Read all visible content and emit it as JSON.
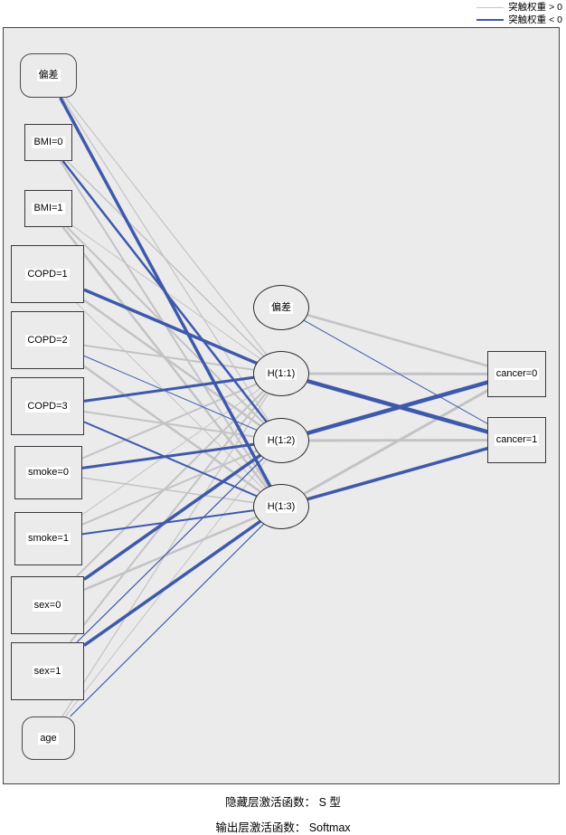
{
  "legend": {
    "positive_label": "突触权重 > 0",
    "negative_label": "突触权重 < 0"
  },
  "colors": {
    "positive": "#c3c3c6",
    "negative": "#3e59ac"
  },
  "nodes": {
    "inputs": [
      {
        "id": "bias_in",
        "label": "偏差"
      },
      {
        "id": "bmi0",
        "label": "BMI=0"
      },
      {
        "id": "bmi1",
        "label": "BMI=1"
      },
      {
        "id": "copd1",
        "label": "COPD=1"
      },
      {
        "id": "copd2",
        "label": "COPD=2"
      },
      {
        "id": "copd3",
        "label": "COPD=3"
      },
      {
        "id": "smoke0",
        "label": "smoke=0"
      },
      {
        "id": "smoke1",
        "label": "smoke=1"
      },
      {
        "id": "sex0",
        "label": "sex=0"
      },
      {
        "id": "sex1",
        "label": "sex=1"
      },
      {
        "id": "age",
        "label": "age"
      }
    ],
    "hidden": [
      {
        "id": "bias_h",
        "label": "偏差"
      },
      {
        "id": "h1",
        "label": "H(1:1)"
      },
      {
        "id": "h2",
        "label": "H(1:2)"
      },
      {
        "id": "h3",
        "label": "H(1:3)"
      }
    ],
    "outputs": [
      {
        "id": "c0",
        "label": "cancer=0"
      },
      {
        "id": "c1",
        "label": "cancer=1"
      }
    ]
  },
  "connections": [
    {
      "from": "bias_in",
      "to": "h1",
      "sign": "pos",
      "w": 1.2
    },
    {
      "from": "bias_in",
      "to": "h2",
      "sign": "pos",
      "w": 1.2
    },
    {
      "from": "bias_in",
      "to": "h3",
      "sign": "neg",
      "w": 3.5
    },
    {
      "from": "bmi0",
      "to": "h1",
      "sign": "pos",
      "w": 1.5
    },
    {
      "from": "bmi0",
      "to": "h2",
      "sign": "neg",
      "w": 2.5
    },
    {
      "from": "bmi0",
      "to": "h3",
      "sign": "pos",
      "w": 2
    },
    {
      "from": "bmi1",
      "to": "h1",
      "sign": "pos",
      "w": 1
    },
    {
      "from": "bmi1",
      "to": "h2",
      "sign": "pos",
      "w": 2
    },
    {
      "from": "bmi1",
      "to": "h3",
      "sign": "pos",
      "w": 2.5
    },
    {
      "from": "copd1",
      "to": "h1",
      "sign": "neg",
      "w": 3.5
    },
    {
      "from": "copd1",
      "to": "h2",
      "sign": "pos",
      "w": 2.5
    },
    {
      "from": "copd1",
      "to": "h3",
      "sign": "pos",
      "w": 1
    },
    {
      "from": "copd2",
      "to": "h1",
      "sign": "pos",
      "w": 2
    },
    {
      "from": "copd2",
      "to": "h2",
      "sign": "neg",
      "w": 1
    },
    {
      "from": "copd2",
      "to": "h3",
      "sign": "pos",
      "w": 2.5
    },
    {
      "from": "copd3",
      "to": "h1",
      "sign": "neg",
      "w": 3
    },
    {
      "from": "copd3",
      "to": "h2",
      "sign": "pos",
      "w": 2
    },
    {
      "from": "copd3",
      "to": "h3",
      "sign": "neg",
      "w": 2
    },
    {
      "from": "smoke0",
      "to": "h1",
      "sign": "pos",
      "w": 2
    },
    {
      "from": "smoke0",
      "to": "h2",
      "sign": "neg",
      "w": 3
    },
    {
      "from": "smoke0",
      "to": "h3",
      "sign": "pos",
      "w": 1.5
    },
    {
      "from": "smoke1",
      "to": "h1",
      "sign": "pos",
      "w": 1
    },
    {
      "from": "smoke1",
      "to": "h2",
      "sign": "pos",
      "w": 2
    },
    {
      "from": "smoke1",
      "to": "h3",
      "sign": "neg",
      "w": 2
    },
    {
      "from": "sex0",
      "to": "h1",
      "sign": "pos",
      "w": 2
    },
    {
      "from": "sex0",
      "to": "h2",
      "sign": "neg",
      "w": 3.5
    },
    {
      "from": "sex0",
      "to": "h3",
      "sign": "pos",
      "w": 2.5
    },
    {
      "from": "sex1",
      "to": "h1",
      "sign": "pos",
      "w": 2
    },
    {
      "from": "sex1",
      "to": "h2",
      "sign": "neg",
      "w": 1.2
    },
    {
      "from": "sex1",
      "to": "h3",
      "sign": "neg",
      "w": 3.5
    },
    {
      "from": "age",
      "to": "h1",
      "sign": "pos",
      "w": 1.2
    },
    {
      "from": "age",
      "to": "h2",
      "sign": "pos",
      "w": 1
    },
    {
      "from": "age",
      "to": "h3",
      "sign": "neg",
      "w": 1.2
    },
    {
      "from": "bias_h",
      "to": "c0",
      "sign": "pos",
      "w": 2.5
    },
    {
      "from": "bias_h",
      "to": "c1",
      "sign": "neg",
      "w": 1
    },
    {
      "from": "h1",
      "to": "c0",
      "sign": "pos",
      "w": 3
    },
    {
      "from": "h1",
      "to": "c1",
      "sign": "neg",
      "w": 4.5
    },
    {
      "from": "h2",
      "to": "c0",
      "sign": "neg",
      "w": 4.5
    },
    {
      "from": "h2",
      "to": "c1",
      "sign": "pos",
      "w": 3
    },
    {
      "from": "h3",
      "to": "c0",
      "sign": "pos",
      "w": 3
    },
    {
      "from": "h3",
      "to": "c1",
      "sign": "neg",
      "w": 3.5
    }
  ],
  "captions": {
    "hidden_activation": "隐藏层激活函数： S 型",
    "output_activation": "输出层激活函数： Softmax"
  }
}
